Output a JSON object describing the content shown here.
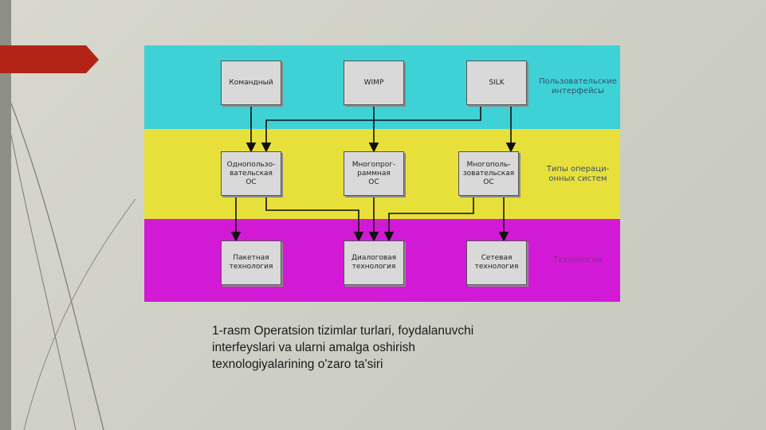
{
  "colors": {
    "band_top": "#3ed2d6",
    "band_mid": "#e8e03a",
    "band_bot": "#d21ad6",
    "accent_arrow": "#b42416",
    "box_fill": "#d9d9d9"
  },
  "diagram": {
    "bands": [
      {
        "id": "top",
        "label": "Пользовательские\nинтерфейсы"
      },
      {
        "id": "mid",
        "label": "Типы операци-\nонных систем"
      },
      {
        "id": "bot",
        "label": "Технологии"
      }
    ],
    "nodes": [
      {
        "id": "komandny",
        "label": "Командный"
      },
      {
        "id": "wimp",
        "label": "WIMP"
      },
      {
        "id": "silk",
        "label": "SILK"
      },
      {
        "id": "single_user",
        "label": "Однопользо-\nвательская\nОС"
      },
      {
        "id": "multiprog",
        "label": "Многопрог-\nраммная\nОС"
      },
      {
        "id": "multi_user",
        "label": "Многополь-\nзовательская\nОС"
      },
      {
        "id": "batch",
        "label": "Пакетная\nтехнология"
      },
      {
        "id": "dialog",
        "label": "Диалоговая\nтехнология"
      },
      {
        "id": "network",
        "label": "Сетевая\nтехнология"
      }
    ],
    "edges": [
      [
        "komandny",
        "single_user"
      ],
      [
        "wimp",
        "multiprog"
      ],
      [
        "silk",
        "multi_user"
      ],
      [
        "silk",
        "single_user"
      ],
      [
        "single_user",
        "batch"
      ],
      [
        "single_user",
        "dialog"
      ],
      [
        "multiprog",
        "dialog"
      ],
      [
        "multi_user",
        "dialog"
      ],
      [
        "multi_user",
        "network"
      ]
    ]
  },
  "caption": "1-rasm Operatsion tizimlar turlari, foydalanuvchi\ninterfeyslari va ularni amalga oshirish\ntexnologiyalarining o'zaro ta'siri"
}
